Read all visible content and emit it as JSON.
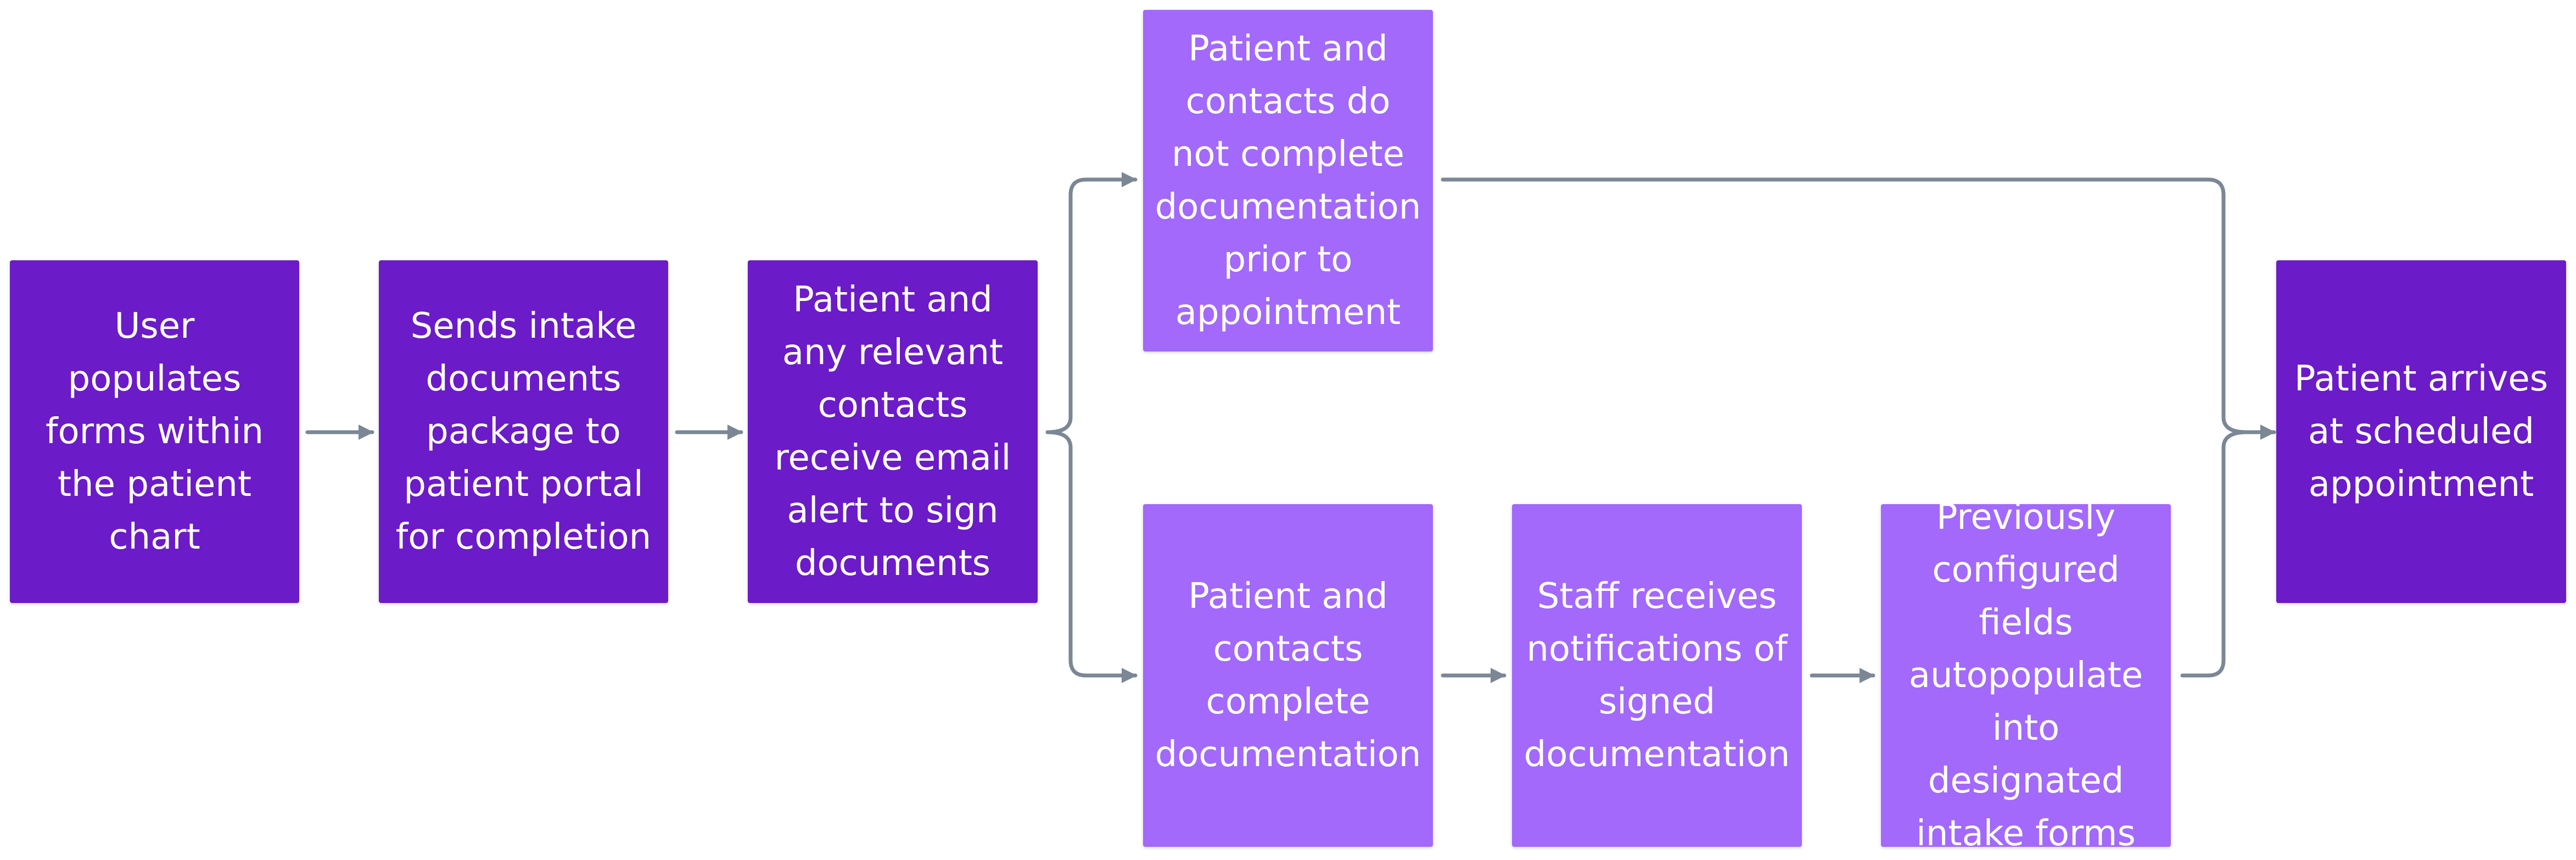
{
  "colors": {
    "primary_step": "#6b1bc7",
    "branch_step": "#a269fb",
    "connector": "#7b8794",
    "text": "#ffffff"
  },
  "steps": {
    "populate_forms": "User populates forms within the patient chart",
    "send_package": "Sends intake documents package to patient portal for completion",
    "email_alert": "Patient and any relevant contacts receive email alert to sign documents",
    "not_complete": "Patient and contacts do not complete documentation prior to appointment",
    "complete": "Patient and contacts complete documentation",
    "staff_notified": "Staff receives notifications of signed documentation",
    "autopopulate": "Previously configured fields autopopulate into designated intake forms",
    "arrives": "Patient arrives at scheduled appointment"
  }
}
